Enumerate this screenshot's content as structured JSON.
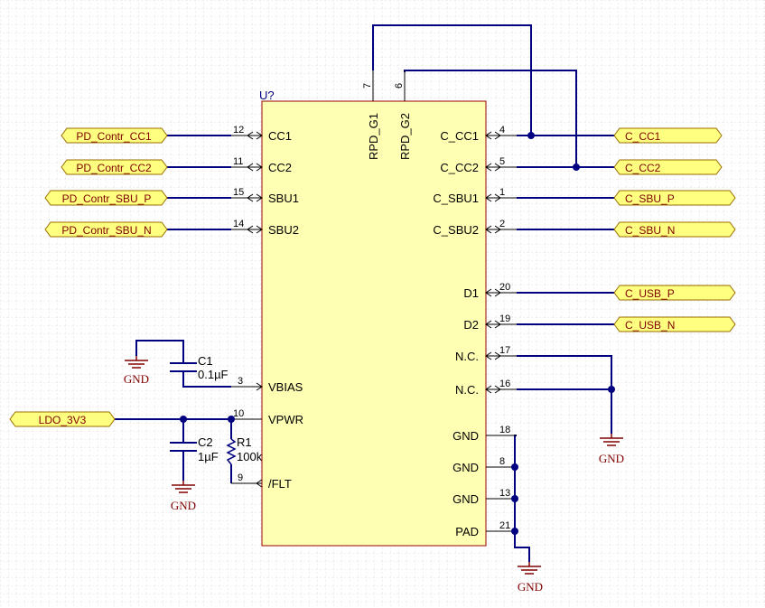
{
  "colors": {
    "background": "#ffffff",
    "grid": "#dcdcdc",
    "wire": "#000080",
    "pin": "#000000",
    "body_fill": "#ffffb3",
    "body_stroke": "#990000",
    "designator": "#000080",
    "component_label": "#000080",
    "port_fill": "#ffff80",
    "port_stroke": "#9a6d00",
    "port_text": "#800000",
    "ground": "#800000",
    "passive": "#000080"
  },
  "component": {
    "designator": "U?",
    "pins": {
      "cc1": {
        "number": "12",
        "name": "CC1"
      },
      "cc2": {
        "number": "11",
        "name": "CC2"
      },
      "sbu1": {
        "number": "15",
        "name": "SBU1"
      },
      "sbu2": {
        "number": "14",
        "name": "SBU2"
      },
      "vbias": {
        "number": "3",
        "name": "VBIAS"
      },
      "vpwr": {
        "number": "10",
        "name": "VPWR"
      },
      "flt": {
        "number": "9",
        "name": "/FLT"
      },
      "rpd_g1": {
        "number": "7",
        "name": "RPD_G1"
      },
      "rpd_g2": {
        "number": "6",
        "name": "RPD_G2"
      },
      "c_cc1": {
        "number": "4",
        "name": "C_CC1"
      },
      "c_cc2": {
        "number": "5",
        "name": "C_CC2"
      },
      "c_sbu1": {
        "number": "1",
        "name": "C_SBU1"
      },
      "c_sbu2": {
        "number": "2",
        "name": "C_SBU2"
      },
      "d1": {
        "number": "20",
        "name": "D1"
      },
      "d2": {
        "number": "19",
        "name": "D2"
      },
      "nc17": {
        "number": "17",
        "name": "N.C."
      },
      "nc16": {
        "number": "16",
        "name": "N.C."
      },
      "gnd18": {
        "number": "18",
        "name": "GND"
      },
      "gnd8": {
        "number": "8",
        "name": "GND"
      },
      "gnd13": {
        "number": "13",
        "name": "GND"
      },
      "pad": {
        "number": "21",
        "name": "PAD"
      }
    }
  },
  "ports": {
    "pd_contr_cc1": "PD_Contr_CC1",
    "pd_contr_cc2": "PD_Contr_CC2",
    "pd_contr_sbu_p": "PD_Contr_SBU_P",
    "pd_contr_sbu_n": "PD_Contr_SBU_N",
    "ldo_3v3": "LDO_3V3",
    "c_cc1": "C_CC1",
    "c_cc2": "C_CC2",
    "c_sbu_p": "C_SBU_P",
    "c_sbu_n": "C_SBU_N",
    "c_usb_p": "C_USB_P",
    "c_usb_n": "C_USB_N"
  },
  "passives": {
    "c1": {
      "ref": "C1",
      "value": "0.1µF"
    },
    "c2": {
      "ref": "C2",
      "value": "1µF"
    },
    "r1": {
      "ref": "R1",
      "value": "100k"
    }
  },
  "ground_label": "GND"
}
